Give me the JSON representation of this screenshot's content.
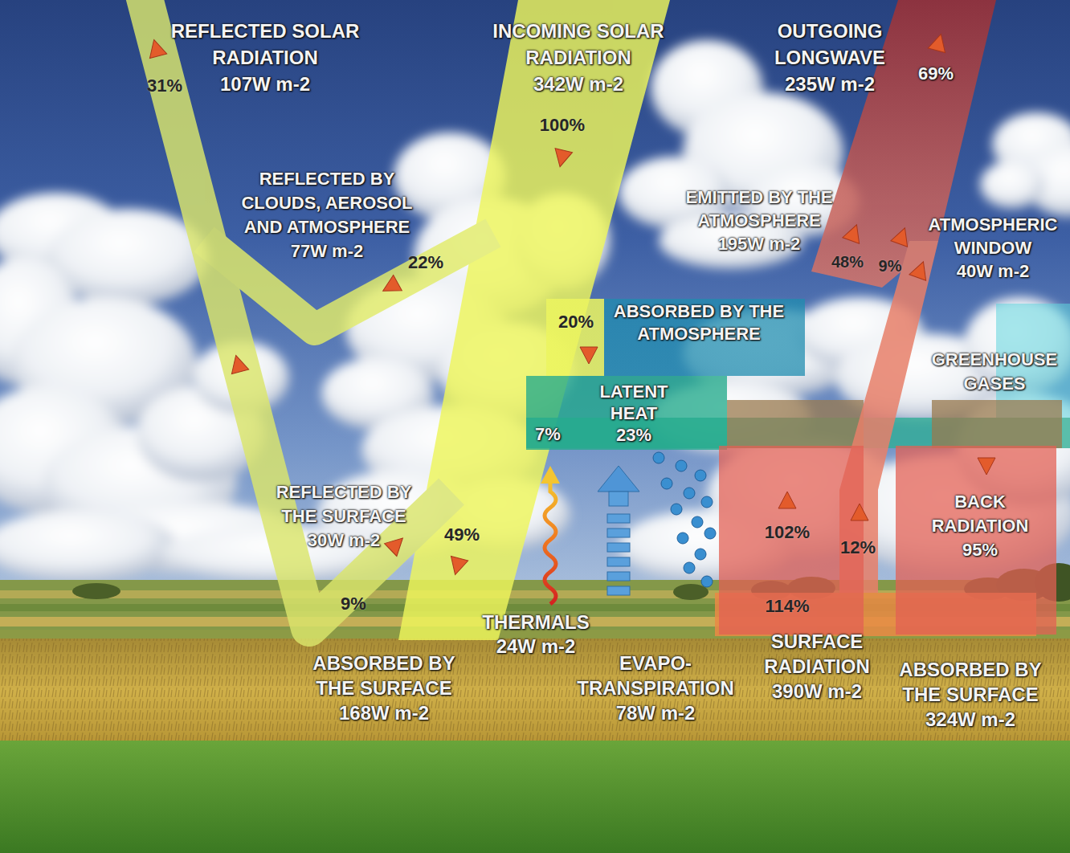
{
  "diagram": {
    "nodes": [
      {
        "text": [
          "20%",
          "ABSORBED BY THE ATMOSPHERE"
        ]
      },
      {
        "text": [
          "7%",
          "LATENT HEAT 23%"
        ]
      },
      {
        "text": [
          "102%",
          "114%"
        ]
      },
      {
        "text": [
          "BACK RADIATION 95%"
        ]
      }
    ],
    "labels": [
      "REFLECTED SOLAR RADIATION 107W m-2",
      "31%",
      "INCOMING SOLAR RADIATION 342W m-2",
      "100%",
      "OUTGOING LONGWAVE 235W m-2",
      "69%",
      "REFLECTED BY CLOUDS, AEROSOL AND ATMOSPHERE 77W m-2",
      "22%",
      "EMITTED BY THE ATMOSPHERE 195W m-2",
      "48%",
      "9%",
      "ATMOSPHERIC WINDOW 40W m-2",
      "GREENHOUSE GASES",
      "REFLECTED BY THE SURFACE 30W m-2",
      "49%",
      "12%",
      "9%",
      "THERMALS 24W m-2",
      "ABSORBED BY THE SURFACE 168W m-2",
      "EVAPO- TRANSPIRATION 78W m-2",
      "SURFACE RADIATION 390W m-2",
      "ABSORBED BY THE SURFACE 324W m-2"
    ]
  }
}
